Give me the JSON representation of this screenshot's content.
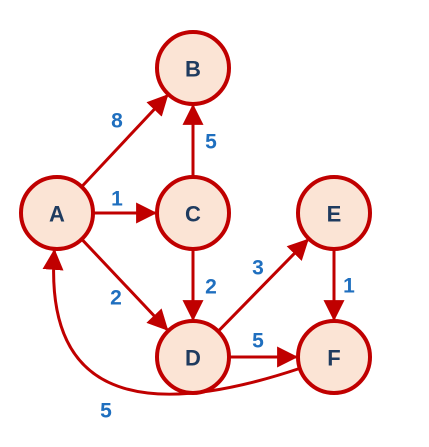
{
  "colors": {
    "edge": "#c00000",
    "node_fill": "#fbe4d5",
    "node_stroke": "#c00000",
    "node_text": "#1f3b5f",
    "weight_text": "#1f6fbf"
  },
  "nodes": [
    {
      "id": "A",
      "label": "A"
    },
    {
      "id": "B",
      "label": "B"
    },
    {
      "id": "C",
      "label": "C"
    },
    {
      "id": "D",
      "label": "D"
    },
    {
      "id": "E",
      "label": "E"
    },
    {
      "id": "F",
      "label": "F"
    }
  ],
  "edges": [
    {
      "from": "A",
      "to": "B",
      "weight": "8"
    },
    {
      "from": "A",
      "to": "C",
      "weight": "1"
    },
    {
      "from": "A",
      "to": "D",
      "weight": "2"
    },
    {
      "from": "C",
      "to": "B",
      "weight": "5"
    },
    {
      "from": "C",
      "to": "D",
      "weight": "2"
    },
    {
      "from": "D",
      "to": "E",
      "weight": "3"
    },
    {
      "from": "D",
      "to": "F",
      "weight": "5"
    },
    {
      "from": "E",
      "to": "F",
      "weight": "1"
    },
    {
      "from": "F",
      "to": "A",
      "weight": "5"
    }
  ]
}
